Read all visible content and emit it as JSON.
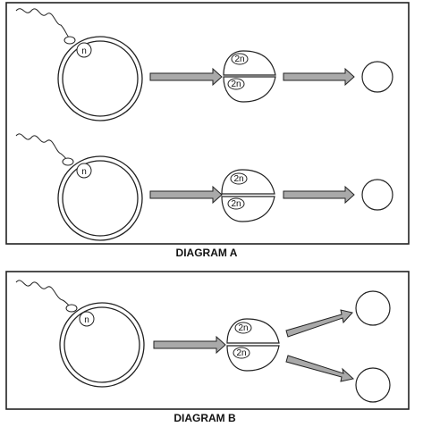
{
  "diagram_a": {
    "caption": "DIAGRAM A",
    "row1": {
      "egg_nucleus": "n",
      "embryo_cells": [
        "2n",
        "2n"
      ]
    },
    "row2": {
      "egg_nucleus": "n",
      "embryo_cells": [
        "2n",
        "2n"
      ]
    }
  },
  "diagram_b": {
    "caption": "DIAGRAM B",
    "egg_nucleus": "n",
    "embryo_cells": [
      "2n",
      "2n"
    ]
  },
  "colors": {
    "arrow_fill": "#a9a9a9",
    "stroke": "#222222",
    "background": "#ffffff"
  }
}
